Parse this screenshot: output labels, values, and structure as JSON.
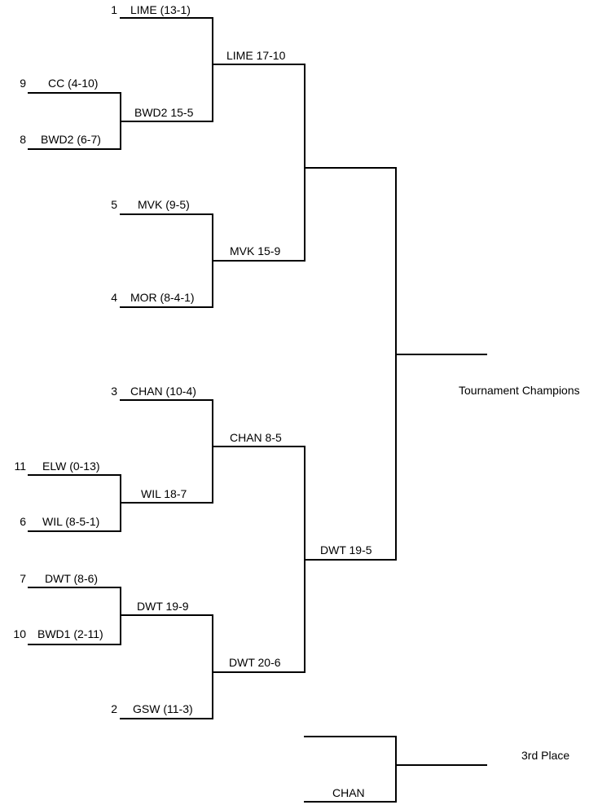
{
  "round1": [
    {
      "seed": "1",
      "team": "LIME (13-1)"
    },
    {
      "seed": "9",
      "team": "CC (4-10)"
    },
    {
      "seed": "8",
      "team": "BWD2 (6-7)"
    },
    {
      "seed": "5",
      "team": "MVK (9-5)"
    },
    {
      "seed": "4",
      "team": "MOR (8-4-1)"
    },
    {
      "seed": "3",
      "team": "CHAN (10-4)"
    },
    {
      "seed": "11",
      "team": "ELW (0-13)"
    },
    {
      "seed": "6",
      "team": "WIL (8-5-1)"
    },
    {
      "seed": "7",
      "team": "DWT (8-6)"
    },
    {
      "seed": "10",
      "team": "BWD1 (2-11)"
    },
    {
      "seed": "2",
      "team": "GSW (11-3)"
    }
  ],
  "play_in": [
    {
      "result": "BWD2 15-5"
    },
    {
      "result": "WIL 18-7"
    },
    {
      "result": "DWT 19-9"
    }
  ],
  "quarterfinals": [
    {
      "result": "LIME 17-10"
    },
    {
      "result": "MVK 15-9"
    },
    {
      "result": "CHAN 8-5"
    },
    {
      "result": "DWT 20-6"
    }
  ],
  "semifinals": [
    {
      "result": ""
    },
    {
      "result": "DWT 19-5"
    }
  ],
  "final": {
    "label": "Tournament Champions",
    "result": ""
  },
  "third_place": {
    "top": "",
    "bottom": "CHAN",
    "label": "3rd Place"
  }
}
